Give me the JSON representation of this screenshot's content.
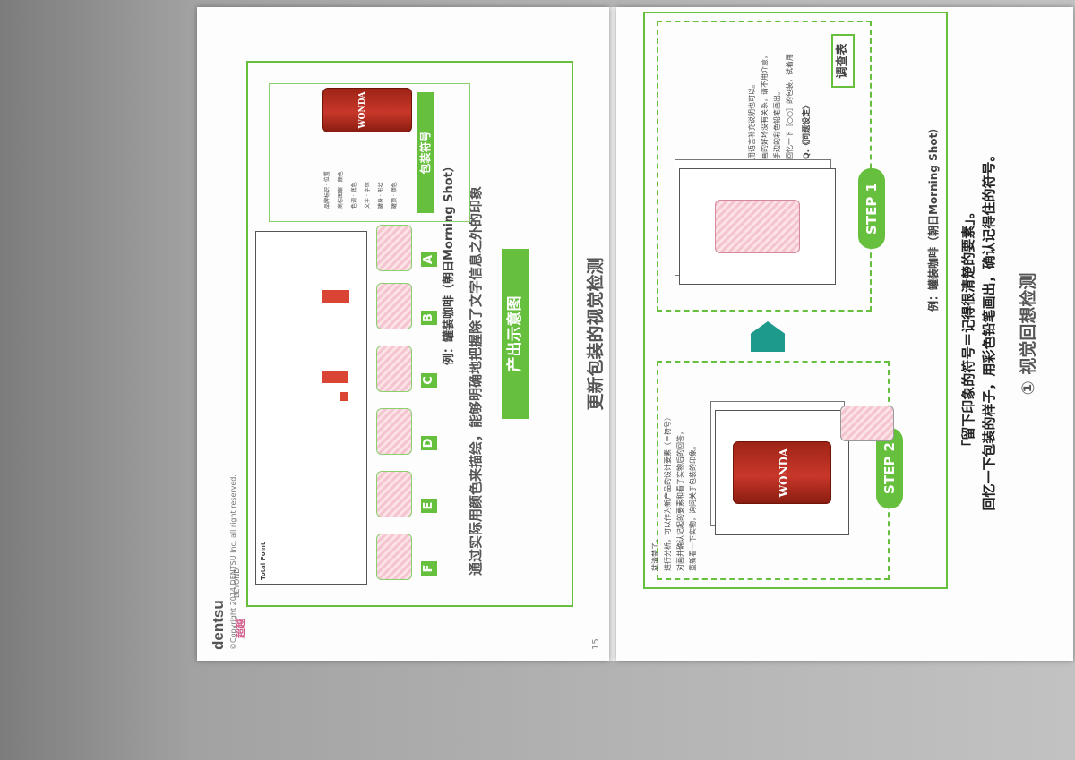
{
  "left_page": {
    "brand": "dentsu",
    "copyright": "©Copyright 2014 DENTSU Inc. all right reserved.",
    "section_title": "更新包装的视觉检测",
    "box_tag": "产出示意图",
    "headline": "通过实际用颜色来描绘，能够明确地把握除了文字信息之外的印象",
    "example": "例：罐装咖啡（朝日Morning Shot）",
    "symbol_tag": "包装符号",
    "symbol_notes": [
      "品牌标识 · 位置",
      "商标图案 · 颜色",
      "色调 · 底色",
      "文字 · 字体",
      "罐身 · 形状",
      "罐顶 · 颜色"
    ],
    "variant_labels": [
      "A",
      "B",
      "C",
      "D",
      "E",
      "F"
    ],
    "total_label": "Total Point",
    "beyond_logo": "超越",
    "beyond_word": "BEYOND",
    "page_number": "15"
  },
  "right_page": {
    "title": "①  视觉回想检测",
    "intro_line1": "回忆一下包装的样子，用彩色铅笔画出，确认记得住的符号。",
    "intro_line2": "「留下印象的符号＝记得很清楚的要素」。",
    "example": "例：罐装咖啡（朝日Morning Shot）",
    "step1": "STEP 1",
    "survey_tag": "调查表",
    "q_label": "Q.《问题设定》",
    "q_text": [
      "回忆一下［○○］的包装，试着用",
      "手边的彩色铅笔画出。",
      "画的好坏没有关系，请不用介意，",
      "用语言补充说明也可以。"
    ],
    "step2": "STEP 2",
    "step2_text": [
      "重新看一下实物，询问关于包装的印象。",
      "对画并确认记起的要素和看了实物后的回答，",
      "进行分析，可以作为新产品的设计要素（＝符号）",
      "就清楚了。"
    ],
    "can_brand": "WONDA"
  },
  "chart_data": {
    "type": "table",
    "title": "",
    "columns": [
      "A",
      "B",
      "C",
      "D",
      "E",
      "F"
    ],
    "rows": 9,
    "total_label": "Total Point"
  }
}
